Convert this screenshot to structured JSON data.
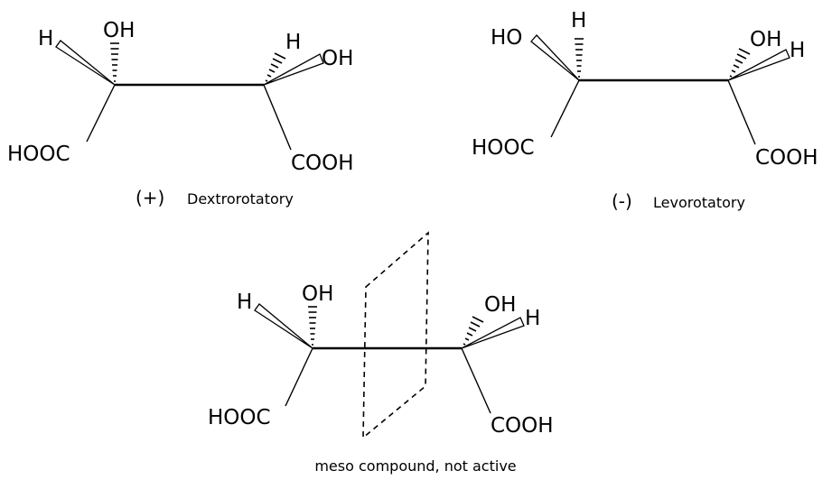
{
  "molecules": [
    {
      "atoms": {
        "left_h": "H",
        "left_oh": "OH",
        "left_cooh": "HOOC",
        "right_h": "H",
        "right_oh": "OH",
        "right_cooh": "COOH"
      },
      "sign": "(+)",
      "caption": "Dextrorotatory"
    },
    {
      "atoms": {
        "left_oh": "HO",
        "left_h": "H",
        "left_cooh": "HOOC",
        "right_oh": "OH",
        "right_h": "H",
        "right_cooh": "COOH"
      },
      "sign": "(-)",
      "caption": "Levorotatory"
    },
    {
      "atoms": {
        "left_h": "H",
        "left_oh": "OH",
        "left_cooh": "HOOC",
        "right_oh": "OH",
        "right_h": "H",
        "right_cooh": "COOH"
      },
      "caption": "meso compound, not active"
    }
  ]
}
